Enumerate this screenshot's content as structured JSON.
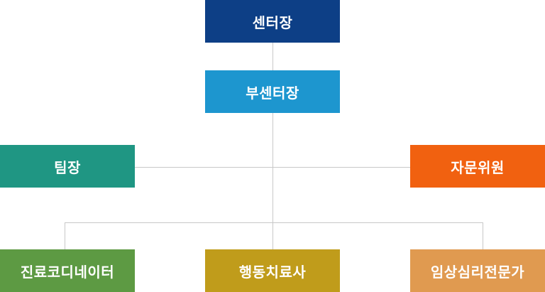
{
  "nodes": {
    "director": {
      "label": "센터장",
      "color": "#0d3f86"
    },
    "deputy": {
      "label": "부센터장",
      "color": "#1d96cf"
    },
    "team_leader": {
      "label": "팀장",
      "color": "#1f9683"
    },
    "advisor": {
      "label": "자문위원",
      "color": "#f16110"
    },
    "care_coordinator": {
      "label": "진료코디네이터",
      "color": "#5d9a43"
    },
    "behavior_therapist": {
      "label": "행동치료사",
      "color": "#c09c1b"
    },
    "clinical_psychologist": {
      "label": "임상심리전문가",
      "color": "#e09a50"
    }
  },
  "line_color": "#c8c8c8"
}
